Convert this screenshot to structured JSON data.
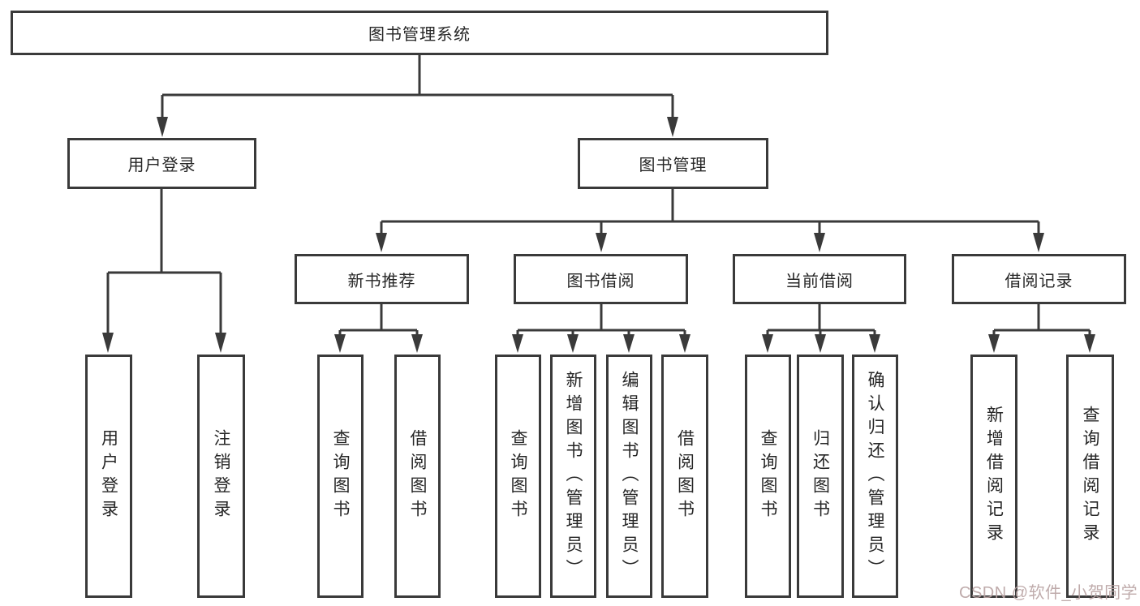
{
  "diagram": {
    "title": "图书管理系统",
    "watermark": "CSDN @软件_小贺同学",
    "colors": {
      "background": "#ffffff",
      "line": "#3a3a3a",
      "box_border": "#3a3a3a",
      "box_fill": "#ffffff",
      "text": "#262626",
      "watermark_text": "#baa4a4"
    },
    "nodes": {
      "root": "图书管理系统",
      "user_login": "用户登录",
      "book_mgmt": "图书管理",
      "new_book_rec": "新书推荐",
      "book_borrow": "图书借阅",
      "current_borrow": "当前借阅",
      "borrow_records": "借阅记录",
      "leaf_user_login": "用户登录",
      "leaf_logout": "注销登录",
      "leaf_query_book_1": "查询图书",
      "leaf_borrow_book_1": "借阅图书",
      "leaf_query_book_2": "查询图书",
      "leaf_add_book": "新增图书（管理员）",
      "leaf_edit_book": "编辑图书（管理员）",
      "leaf_borrow_book_2": "借阅图书",
      "leaf_query_book_3": "查询图书",
      "leaf_return_book": "归还图书",
      "leaf_confirm_return": "确认归还（管理员）",
      "leaf_add_record": "新增借阅记录",
      "leaf_query_record": "查询借阅记录"
    },
    "tree": {
      "label": "图书管理系统",
      "children": [
        {
          "label": "用户登录",
          "children": [
            {
              "label": "用户登录"
            },
            {
              "label": "注销登录"
            }
          ]
        },
        {
          "label": "图书管理",
          "children": [
            {
              "label": "新书推荐",
              "children": [
                {
                  "label": "查询图书"
                },
                {
                  "label": "借阅图书"
                }
              ]
            },
            {
              "label": "图书借阅",
              "children": [
                {
                  "label": "查询图书"
                },
                {
                  "label": "新增图书（管理员）"
                },
                {
                  "label": "编辑图书（管理员）"
                },
                {
                  "label": "借阅图书"
                }
              ]
            },
            {
              "label": "当前借阅",
              "children": [
                {
                  "label": "查询图书"
                },
                {
                  "label": "归还图书"
                },
                {
                  "label": "确认归还（管理员）"
                }
              ]
            },
            {
              "label": "借阅记录",
              "children": [
                {
                  "label": "新增借阅记录"
                },
                {
                  "label": "查询借阅记录"
                }
              ]
            }
          ]
        }
      ]
    }
  }
}
